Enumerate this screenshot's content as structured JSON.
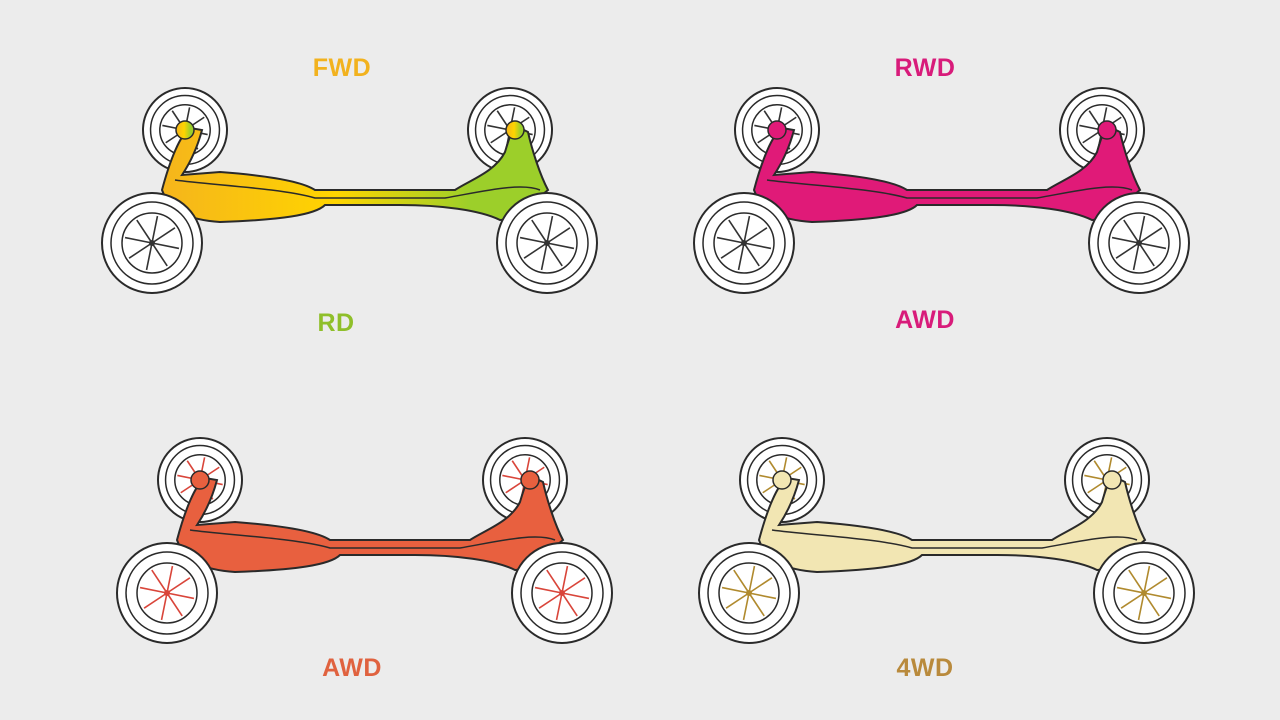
{
  "diagrams": [
    {
      "label": "FWD",
      "label_color": "#f2b21e",
      "body_fill": "url(#grad-fwd)",
      "spoke_color": "#333333"
    },
    {
      "label": "RWD",
      "label_color": "#d81b7a",
      "body_fill": "#e01a78",
      "spoke_color": "#333333"
    },
    {
      "label": "AWD",
      "label_color": "#e0623f",
      "body_fill": "#e8603f",
      "spoke_color": "#d9453a"
    },
    {
      "label": "4WD",
      "label_color": "#b98a3c",
      "body_fill": "#f2e6b3",
      "spoke_color": "#b08a2e"
    }
  ],
  "captions": {
    "rd": {
      "label": "RD",
      "label_color": "#8fbf2a"
    },
    "awd_upper": {
      "label": "AWD",
      "label_color": "#d81b7a"
    }
  },
  "colors": {
    "background": "#ececec",
    "outline": "#2a2a2a",
    "tire": "#ffffff",
    "fwd_gradient": [
      "#f5b51c",
      "#ffd400",
      "#9ccf2a"
    ]
  }
}
